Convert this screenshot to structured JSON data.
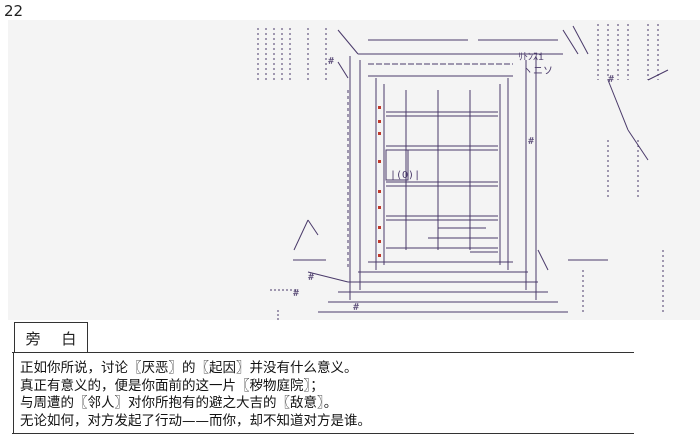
{
  "page": {
    "number": "22"
  },
  "art": {
    "sign_text_1": "ﾘﾄﾝｽi",
    "sign_text_2": "ヽニソ",
    "o_mark": "|(O)|",
    "hash_marks": [
      "#",
      "#",
      "#",
      "#",
      "#",
      "#"
    ],
    "palette": {
      "line": "#4a3a6a",
      "accent": "#c0392b",
      "bg": "#f4f4f4"
    }
  },
  "narration": {
    "label": "旁 白",
    "lines": [
      "正如你所说，讨论〖厌恶〗的〖起因〗并没有什么意义。",
      "真正有意义的，便是你面前的这一片〖秽物庭院〗；",
      "与周遭的〖邻人〗对你所抱有的避之大吉的〖敌意〗。",
      "无论如何，对方发起了行动——而你，却不知道对方是谁。"
    ]
  }
}
